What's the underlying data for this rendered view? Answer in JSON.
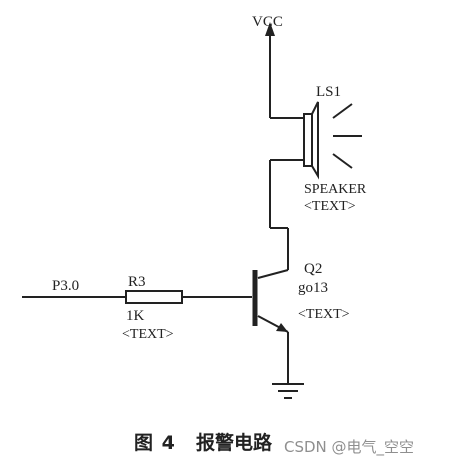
{
  "schematic": {
    "supply": {
      "label": "VCC"
    },
    "speaker": {
      "ref": "LS1",
      "value": "SPEAKER",
      "extra": "<TEXT>"
    },
    "input": {
      "label": "P3.0"
    },
    "resistor": {
      "ref": "R3",
      "value": "1K",
      "extra": "<TEXT>"
    },
    "transistor": {
      "ref": "Q2",
      "value": "go13",
      "extra": "<TEXT>"
    }
  },
  "caption": {
    "figure": "图 4",
    "title": "报警电路",
    "watermark": "CSDN @电气_空空"
  }
}
